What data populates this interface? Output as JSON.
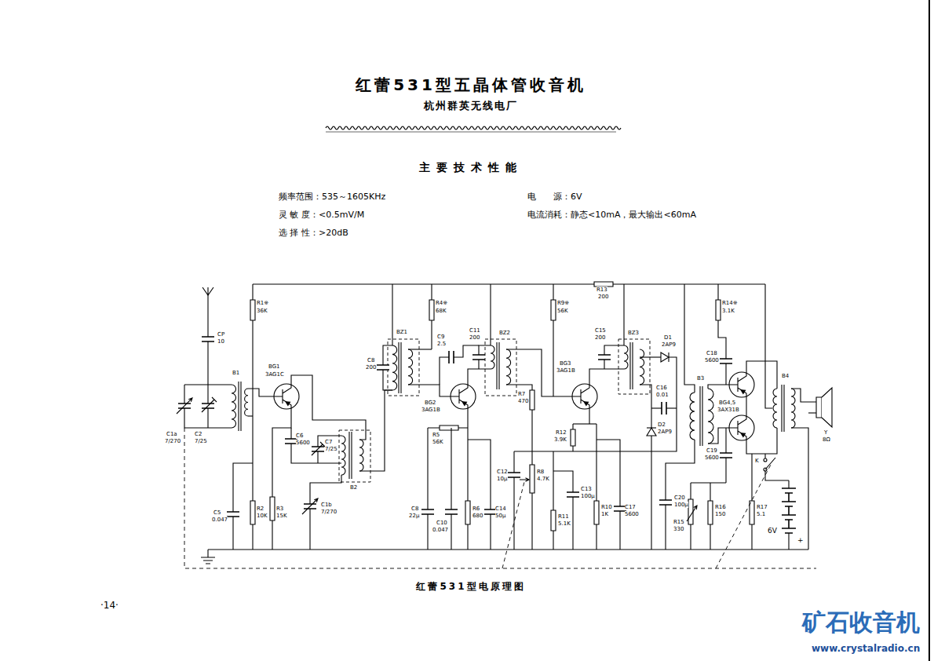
{
  "diagram": {
    "title": "红蕾531型五晶体管收音机",
    "caption": "红蕾531型电原理图",
    "labels": [
      "杭州群英无线电厂",
      "主要技术性能",
      "频率范围：535～1605KHz",
      "灵 敏 度：<0.5mV/M",
      "选 择 性：>20dB",
      "电　　源：6V",
      "电流消耗：静态<10mA，最大输出<60mA",
      "CP",
      "10",
      "R1※",
      "36K",
      "C1a",
      "7/270",
      "C2",
      "7/25",
      "B1",
      "BG1",
      "3AG1C",
      "C6",
      "5600",
      "C7",
      "7/25",
      "B2",
      "C1b",
      "7/270",
      "C5",
      "0.047",
      "R2",
      "10K",
      "R3",
      "15K",
      "C8",
      "200",
      "BZ1",
      "R4※",
      "68K",
      "C9",
      "2.5",
      "C11",
      "200",
      "BZ2",
      "BG2",
      "3AG1B",
      "R5",
      "56K",
      "R6",
      "680",
      "C10",
      "0.047",
      "C8",
      "22μ",
      "C14",
      "50μ",
      "R7",
      "470",
      "R8",
      "4.7K",
      "C12",
      "10μ",
      "R9※",
      "56K",
      "R11",
      "5.1K",
      "C13",
      "100μ",
      "R12",
      "3.9K",
      "BG3",
      "3AG1B",
      "R13",
      "200",
      "C15",
      "200",
      "BZ3",
      "D1",
      "2AP9",
      "C16",
      "0.01",
      "D2",
      "2AP9",
      "R10",
      "1K",
      "C17",
      "5600",
      "C20",
      "100μ",
      "R15",
      "330",
      "B3",
      "BG4,5",
      "3AX31B",
      "C18",
      "5600",
      "C19",
      "5600",
      "R14※",
      "3.1K",
      "R16",
      "150",
      "R17",
      "5.1",
      "B4",
      "K",
      "Y",
      "8Ω",
      "6V",
      "+",
      "·14·",
      "矿石收音机",
      "www.crystalradio.cn"
    ]
  }
}
